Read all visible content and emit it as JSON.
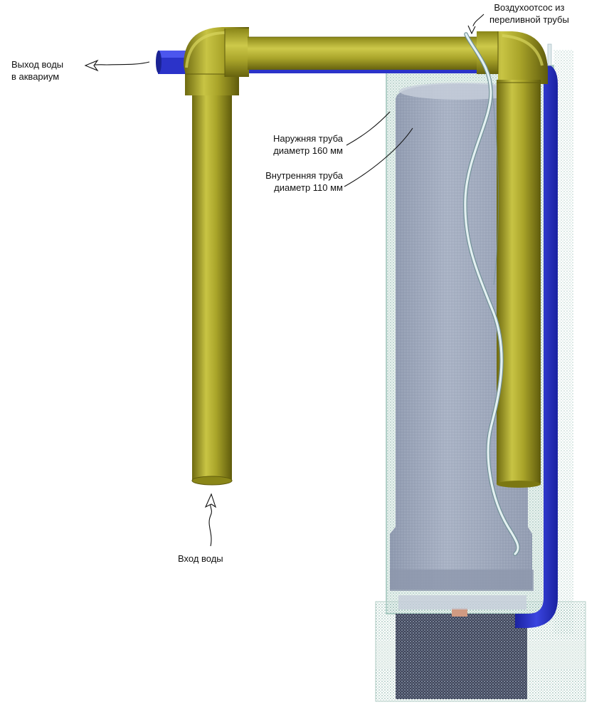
{
  "labels": {
    "air_suction": {
      "line1": "Воздухоотсос из",
      "line2": "переливной трубы"
    },
    "water_out": {
      "line1": "Выход воды",
      "line2": "в аквариум"
    },
    "outer_pipe": {
      "line1": "Наружняя труба",
      "line2": "диаметр 160 мм"
    },
    "inner_pipe": {
      "line1": "Внутренняя труба",
      "line2": "диаметр 110 мм"
    },
    "water_in": {
      "line1": "Вход воды"
    }
  },
  "colors": {
    "olive_pipe": "#a8a42a",
    "olive_dark": "#6e6a10",
    "blue_pipe": "#2b33c9",
    "inner_pipe_gray": "#9fa9bd",
    "outer_pipe_glass": "#cfe0dc",
    "air_hose": "#dfe9ec",
    "pump_dark": "#5b6377"
  }
}
